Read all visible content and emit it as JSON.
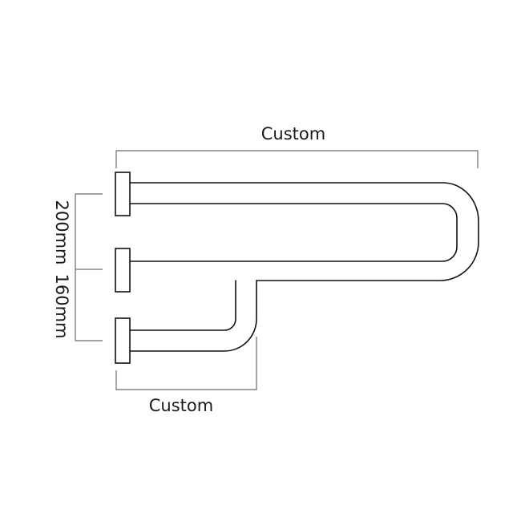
{
  "diagram": {
    "top_width_label": "Custom",
    "bottom_width_label": "Custom",
    "outer_height_label": "200mm",
    "inner_height_label": "160mm"
  }
}
